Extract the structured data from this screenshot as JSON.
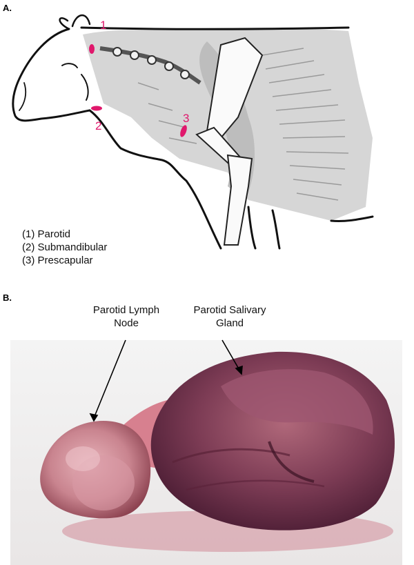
{
  "panels": {
    "a": {
      "label": "A."
    },
    "b": {
      "label": "B."
    }
  },
  "cow_diagram": {
    "node_markers": [
      {
        "number": "1"
      },
      {
        "number": "2"
      },
      {
        "number": "3"
      }
    ],
    "marker_color": "#e0186c"
  },
  "legend": {
    "items": [
      "(1) Parotid",
      "(2) Submandibular",
      "(3) Prescapular"
    ]
  },
  "photo": {
    "callouts": {
      "lymph_node": {
        "line1": "Parotid Lymph",
        "line2": "Node"
      },
      "salivary_gland": {
        "line1": "Parotid Salivary",
        "line2": "Gland"
      }
    }
  }
}
